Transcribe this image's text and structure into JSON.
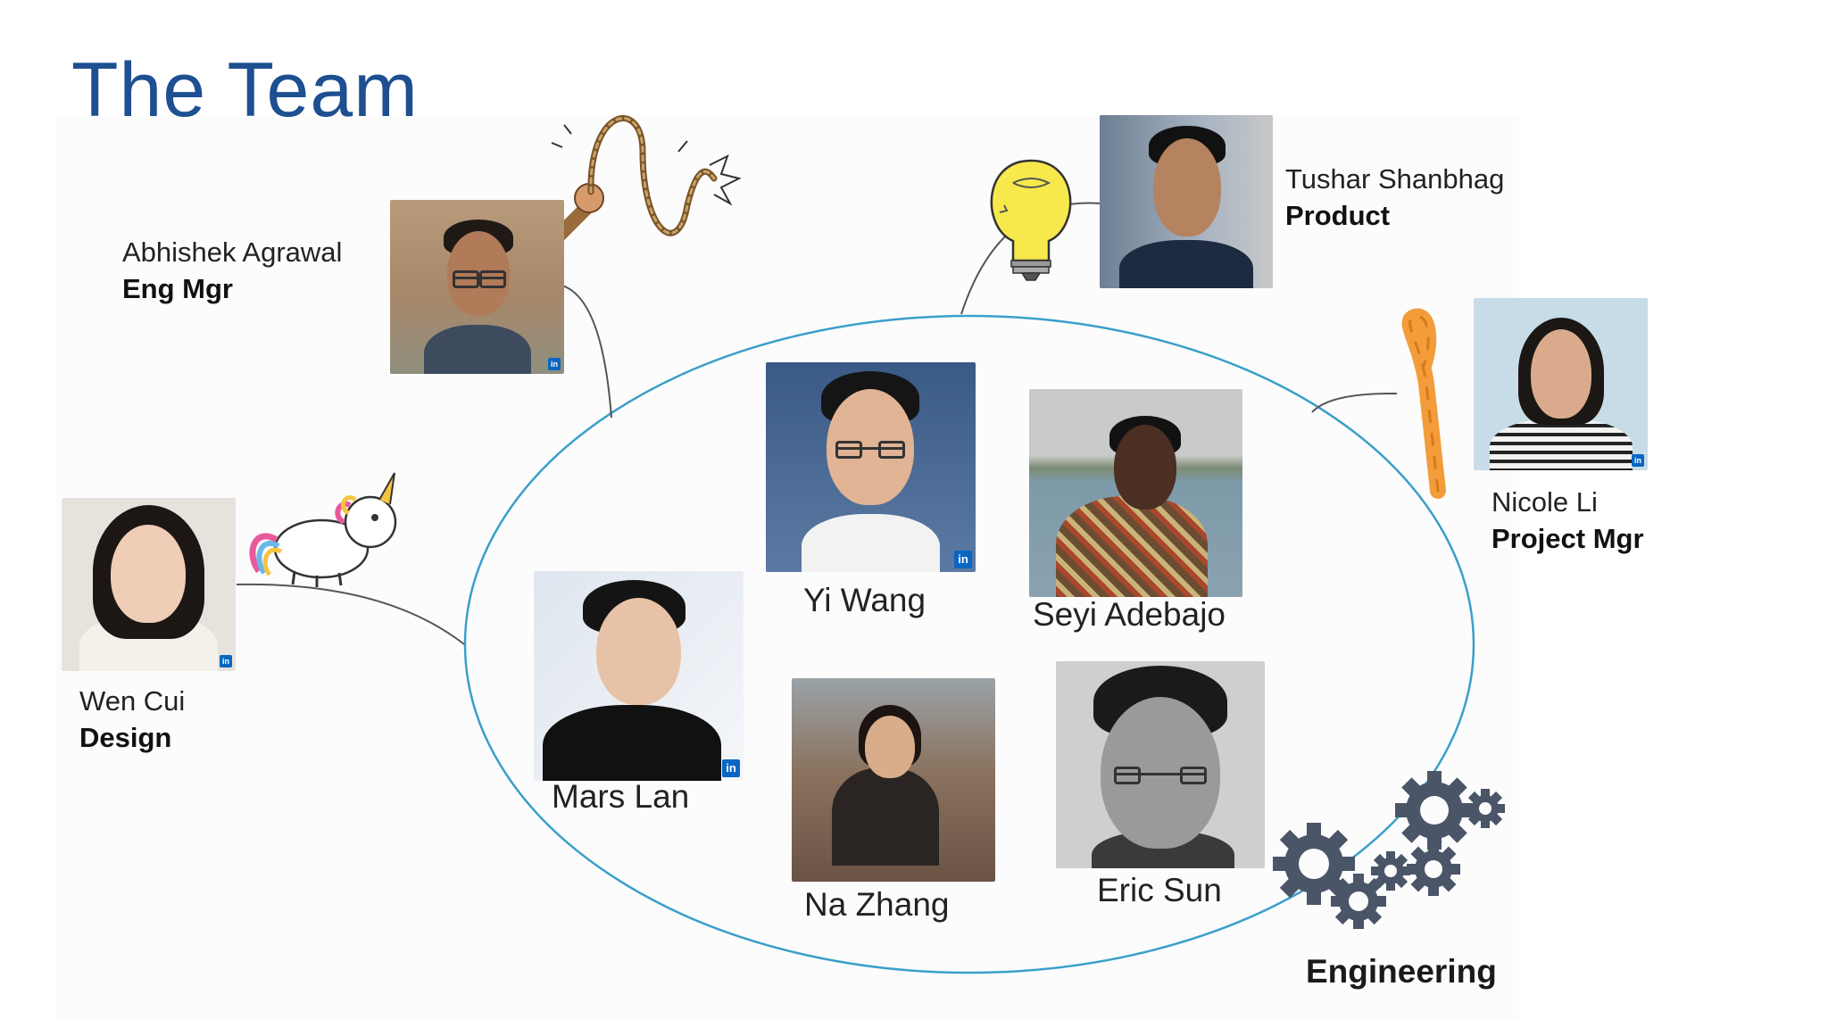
{
  "slide": {
    "title": "The Team"
  },
  "outer_members": [
    {
      "id": "abhishek",
      "name": "Abhishek Agrawal",
      "role": "Eng Mgr",
      "badge": "in",
      "icon": "whip-icon"
    },
    {
      "id": "tushar",
      "name": "Tushar Shanbhag",
      "role": "Product",
      "badge": "",
      "icon": "lightbulb-icon"
    },
    {
      "id": "nicole",
      "name": "Nicole Li",
      "role": "Project Mgr",
      "badge": "in",
      "icon": "candy-cane-icon"
    },
    {
      "id": "wen",
      "name": "Wen Cui",
      "role": "Design",
      "badge": "in",
      "icon": "unicorn-icon"
    }
  ],
  "engineering": {
    "label": "Engineering",
    "icon": "gears-icon",
    "members": [
      {
        "id": "yi",
        "name": "Yi Wang",
        "badge": "in"
      },
      {
        "id": "seyi",
        "name": "Seyi Adebajo",
        "badge": ""
      },
      {
        "id": "mars",
        "name": "Mars Lan",
        "badge": "in"
      },
      {
        "id": "na",
        "name": "Na Zhang",
        "badge": ""
      },
      {
        "id": "eric",
        "name": "Eric Sun",
        "badge": ""
      }
    ]
  },
  "colors": {
    "title": "#1d4f91",
    "ellipse": "#3a9fc9",
    "connector": "#555555",
    "linkedin": "#0a66c2",
    "gears": "#4a5568"
  }
}
